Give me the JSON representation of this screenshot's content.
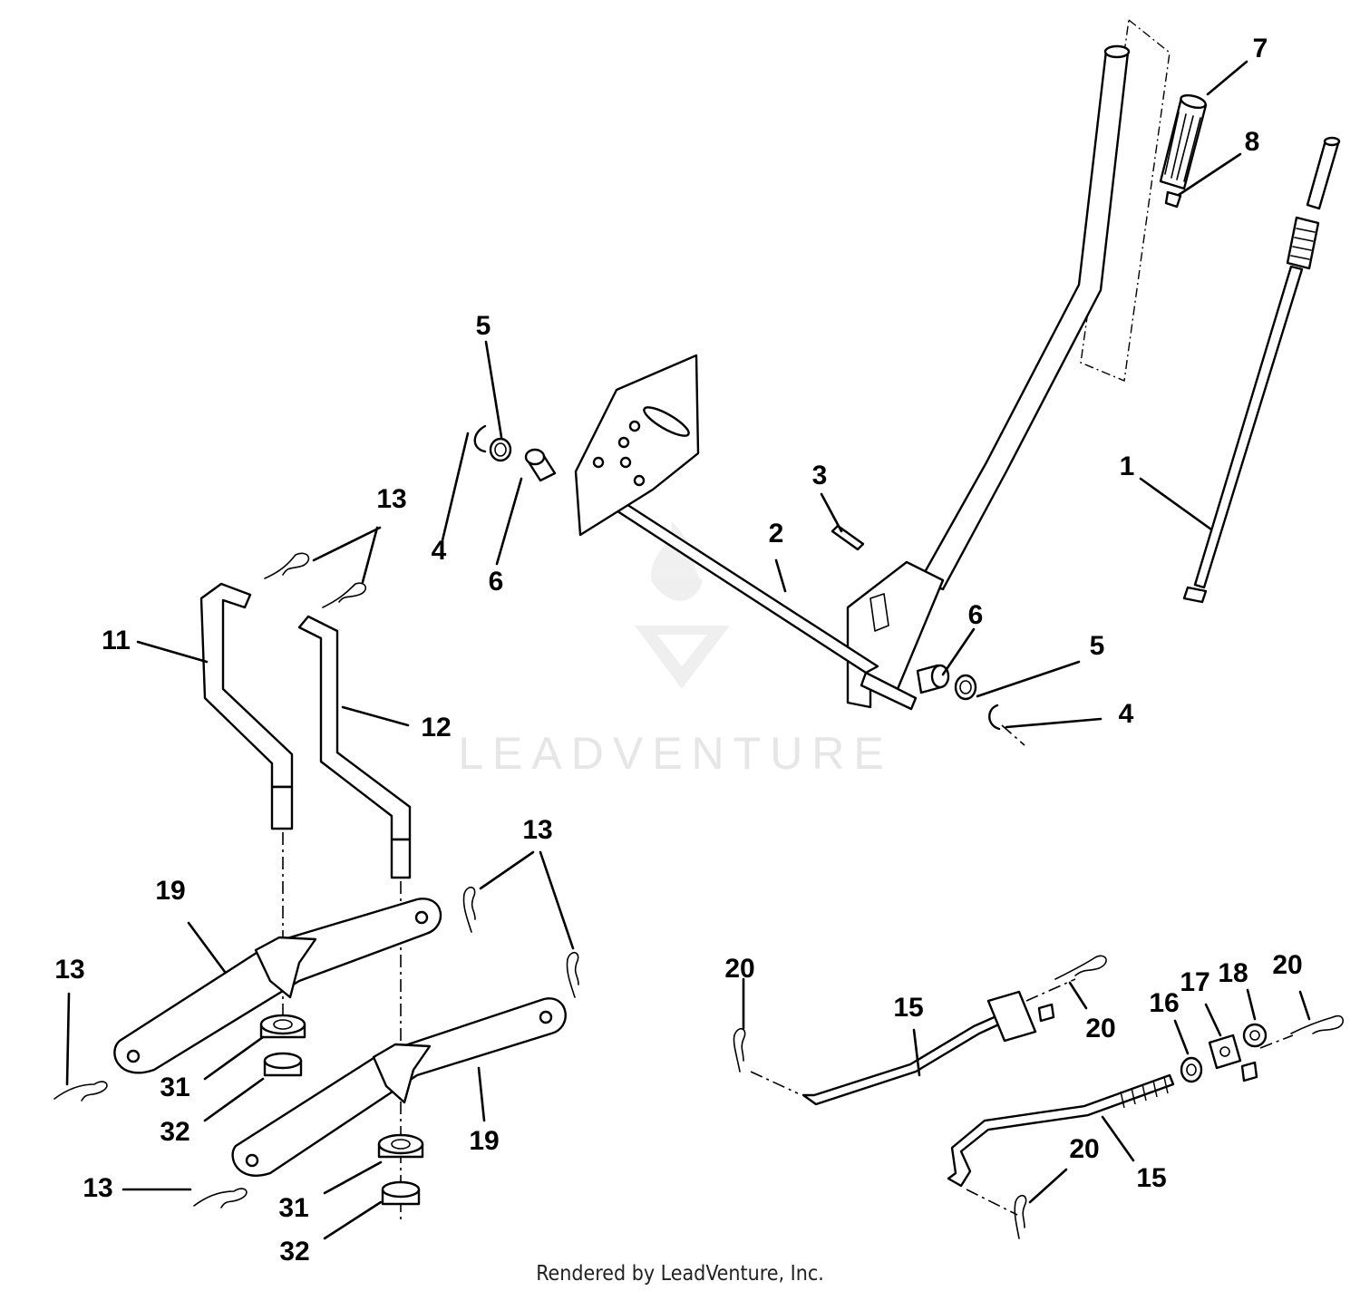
{
  "credit": "Rendered by LeadVenture, Inc.",
  "watermark": "LEADVENTURE",
  "callouts": [
    {
      "id": "c1",
      "label": "1"
    },
    {
      "id": "c2",
      "label": "2"
    },
    {
      "id": "c3",
      "label": "3"
    },
    {
      "id": "c4a",
      "label": "4"
    },
    {
      "id": "c4b",
      "label": "4"
    },
    {
      "id": "c5a",
      "label": "5"
    },
    {
      "id": "c5b",
      "label": "5"
    },
    {
      "id": "c6a",
      "label": "6"
    },
    {
      "id": "c6b",
      "label": "6"
    },
    {
      "id": "c7",
      "label": "7"
    },
    {
      "id": "c8",
      "label": "8"
    },
    {
      "id": "c11",
      "label": "11"
    },
    {
      "id": "c12",
      "label": "12"
    },
    {
      "id": "c13a",
      "label": "13"
    },
    {
      "id": "c13b",
      "label": "13"
    },
    {
      "id": "c13c",
      "label": "13"
    },
    {
      "id": "c13d",
      "label": "13"
    },
    {
      "id": "c15a",
      "label": "15"
    },
    {
      "id": "c15b",
      "label": "15"
    },
    {
      "id": "c16",
      "label": "16"
    },
    {
      "id": "c17",
      "label": "17"
    },
    {
      "id": "c18",
      "label": "18"
    },
    {
      "id": "c19a",
      "label": "19"
    },
    {
      "id": "c19b",
      "label": "19"
    },
    {
      "id": "c20a",
      "label": "20"
    },
    {
      "id": "c20b",
      "label": "20"
    },
    {
      "id": "c20c",
      "label": "20"
    },
    {
      "id": "c20d",
      "label": "20"
    },
    {
      "id": "c31a",
      "label": "31"
    },
    {
      "id": "c31b",
      "label": "31"
    },
    {
      "id": "c32a",
      "label": "32"
    },
    {
      "id": "c32b",
      "label": "32"
    }
  ]
}
